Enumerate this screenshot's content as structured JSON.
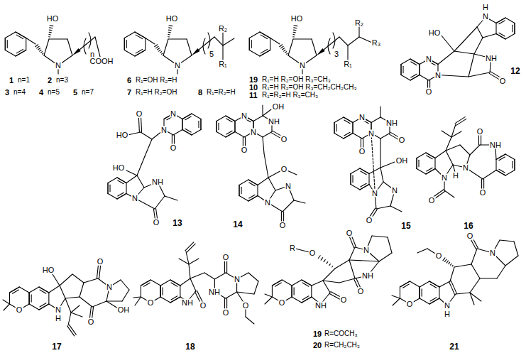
{
  "diagram": {
    "labels": [
      "HO",
      "N",
      "n",
      "COOH",
      "1",
      "n=1",
      "2",
      "n=3",
      "3",
      "n=4",
      "4",
      "n=5",
      "5",
      "n=7",
      "HO",
      "N",
      "5",
      "R₂",
      "R₁",
      "6",
      "R₁=OH R₂=H",
      "7",
      "R₁=H R₂=OH",
      "8",
      "R₁=R₂=H",
      "HO",
      "N",
      "3",
      "R₂",
      "R₃",
      "R₁",
      "19",
      "R₁=H R₂=OH R₃=CH₃",
      "10",
      "R₁=H R₂=OH R₃=CH₂CH₂CH₃",
      "11",
      "R₁=R₂=H R₃=CH₃",
      "H",
      "N",
      "HO",
      "N",
      "N",
      "NH",
      "O",
      "O",
      "12",
      "O",
      "HO",
      "N",
      "N",
      "O",
      "HO",
      "NH",
      "N",
      "O",
      "13",
      "N",
      "N",
      "OH",
      "NH",
      "O",
      "O",
      "O",
      "N",
      "N",
      "O",
      "14",
      "N",
      "N",
      "NH",
      "O",
      "O",
      "OH",
      "N",
      "N",
      "O",
      "15",
      "O",
      "NH",
      "N",
      "H",
      "N",
      "O",
      "O",
      "16",
      "HO",
      "O",
      "O",
      "N",
      "N",
      "H",
      "OH",
      "O",
      "17",
      "O",
      "O",
      "NH",
      "O",
      "N",
      "NH",
      "O",
      "O",
      "18",
      "R",
      "O",
      "O",
      "N",
      "NH",
      "O",
      "O",
      "NH",
      "O",
      "19",
      "R=COCH₃",
      "20",
      "R=CH₂CH₃",
      "O",
      "O",
      "N",
      "O",
      "N",
      "H",
      "21"
    ]
  }
}
